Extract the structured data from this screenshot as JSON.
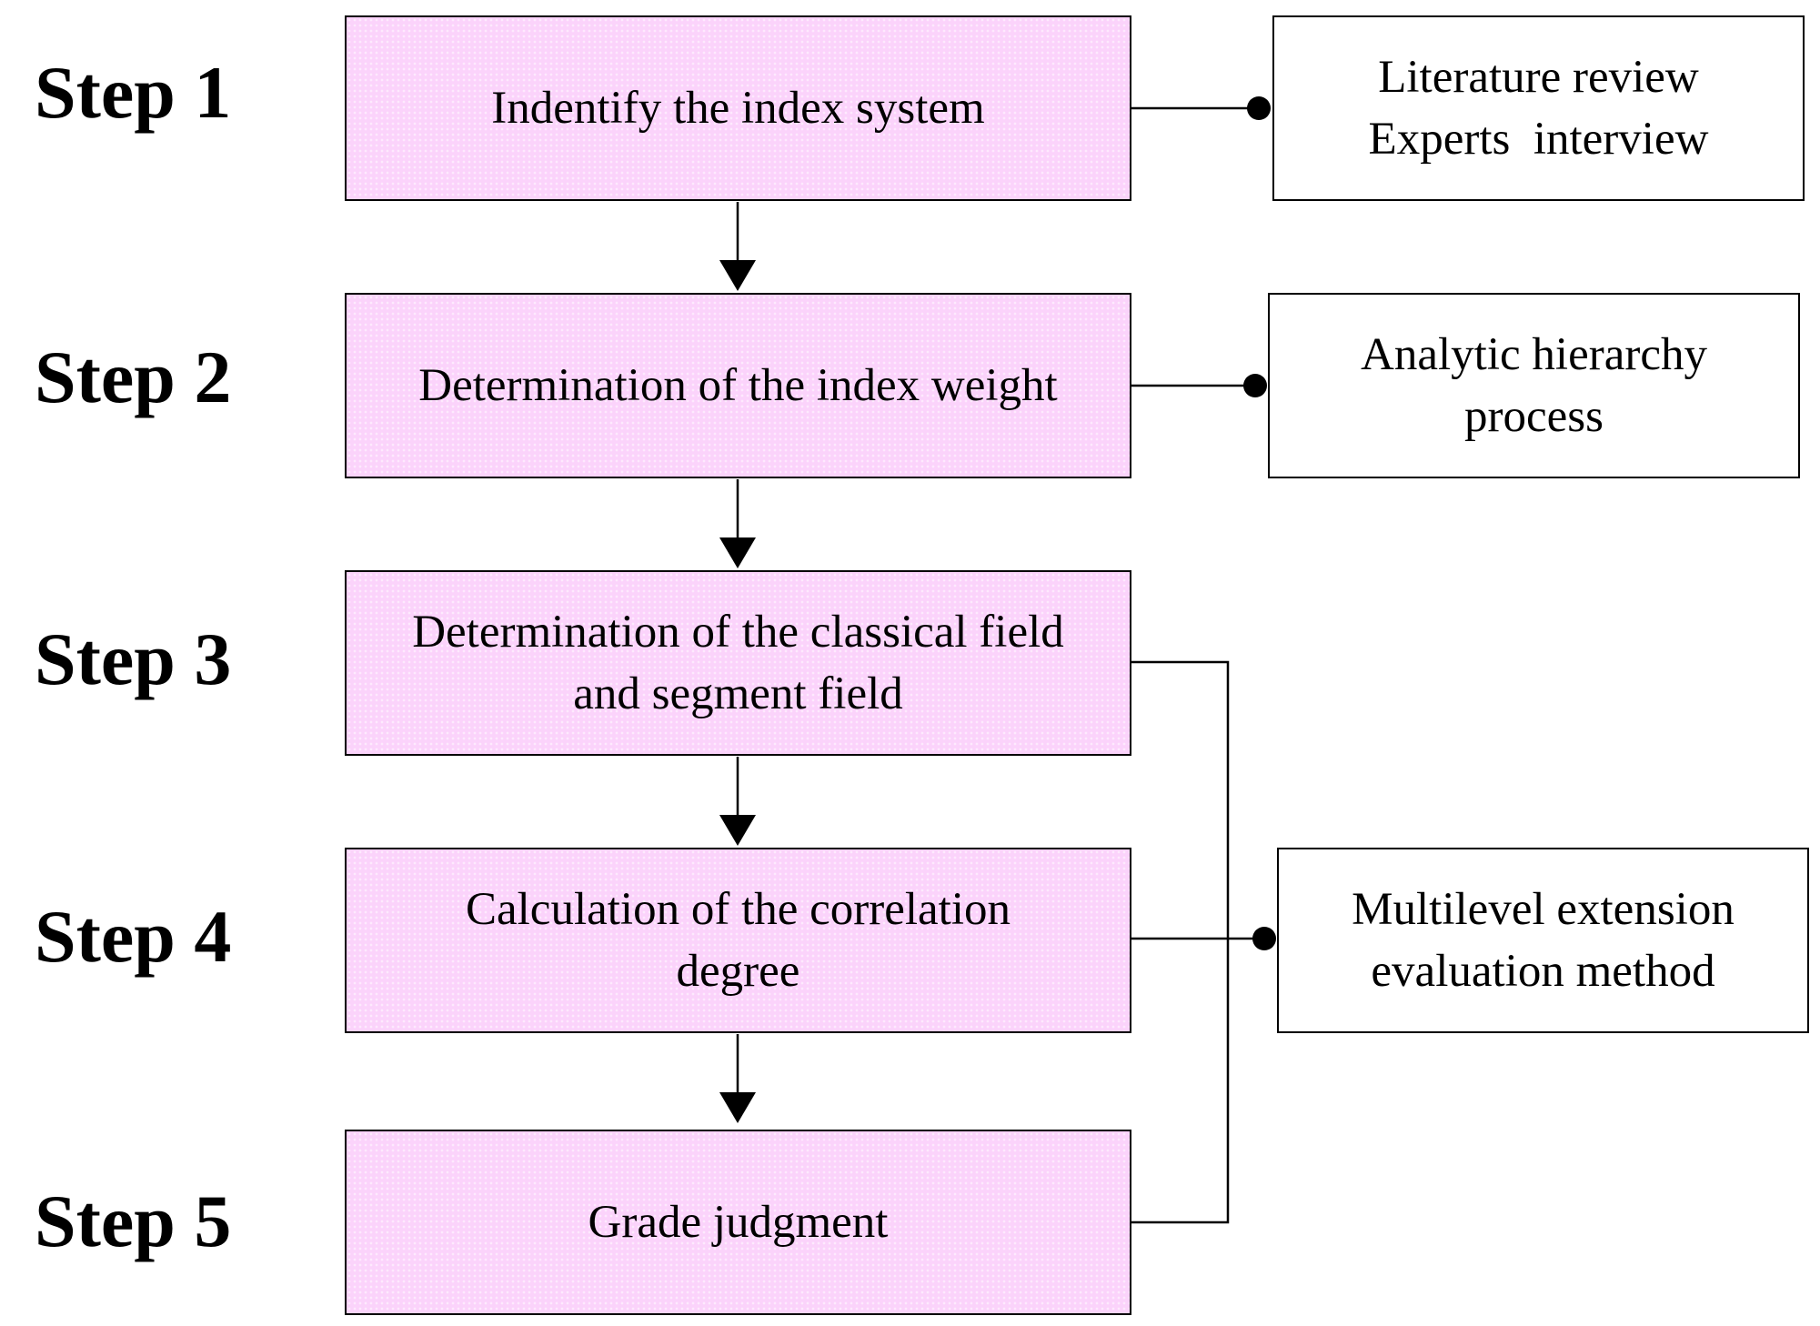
{
  "steps": [
    {
      "label": "Step 1",
      "lines": [
        "Indentify the index system"
      ]
    },
    {
      "label": "Step 2",
      "lines": [
        "Determination of the index weight"
      ]
    },
    {
      "label": "Step 3",
      "lines": [
        "Determination of the classical field",
        "and segment field"
      ]
    },
    {
      "label": "Step 4",
      "lines": [
        "Calculation of the correlation",
        "degree"
      ]
    },
    {
      "label": "Step 5",
      "lines": [
        "Grade judgment"
      ]
    }
  ],
  "methods": [
    {
      "lines": [
        "Literature review",
        "Experts  interview"
      ]
    },
    {
      "lines": [
        "Analytic hierarchy",
        "process"
      ]
    },
    {
      "lines": [
        "Multilevel extension",
        "evaluation method"
      ]
    }
  ],
  "colors": {
    "process_fill": "#fbd3fb",
    "line": "#000000"
  }
}
